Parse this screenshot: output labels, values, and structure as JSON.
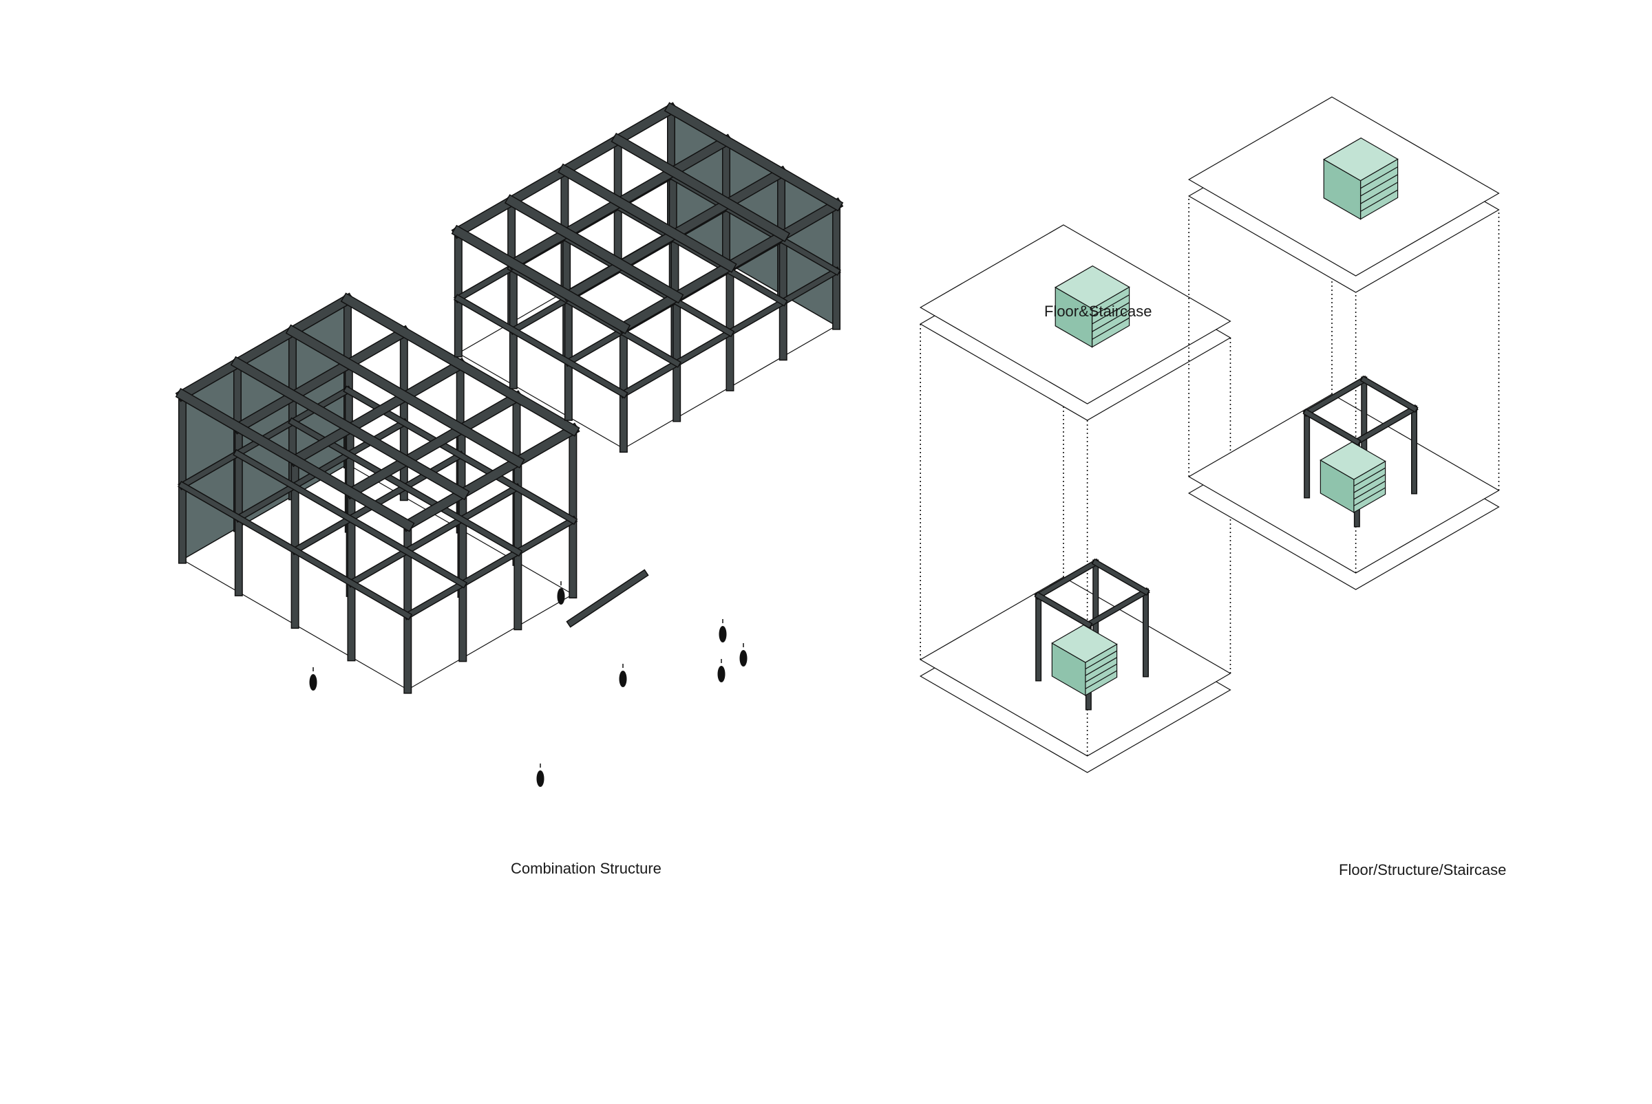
{
  "labels": {
    "combination_structure": "Combination Structure",
    "floor_staircase": "Floor&Staircase",
    "floor_structure_staircase": "Floor/Structure/Staircase"
  },
  "colors": {
    "frame": "#3f4546",
    "wall": "#5c6b6b",
    "stair": "#a6d3bf",
    "outline": "#111111"
  }
}
